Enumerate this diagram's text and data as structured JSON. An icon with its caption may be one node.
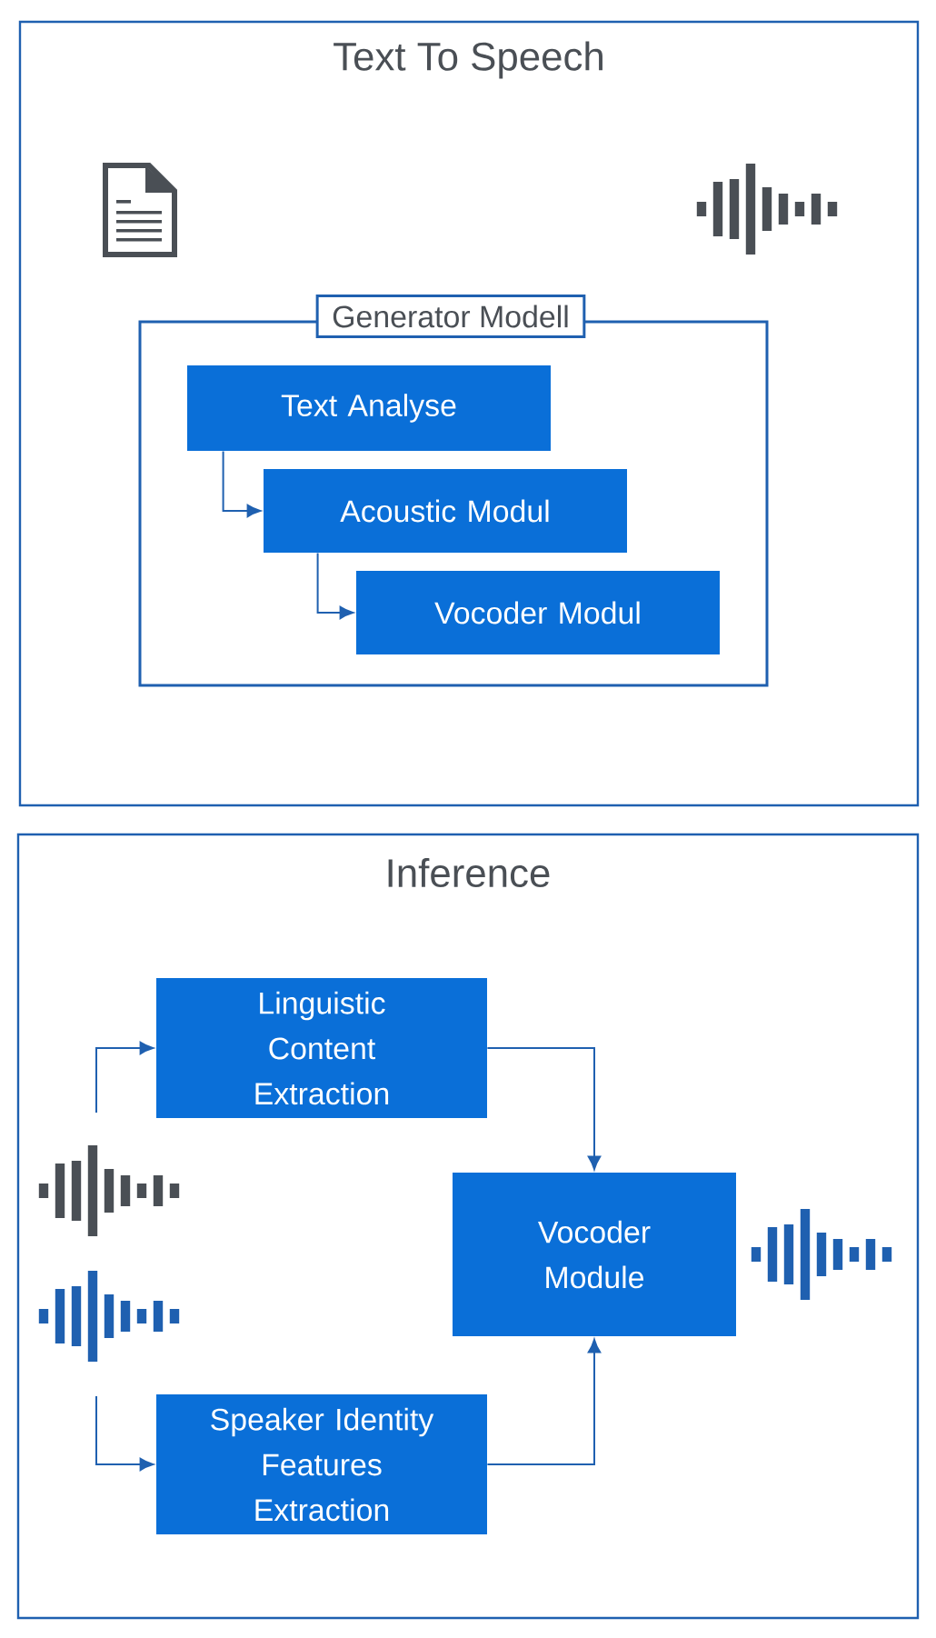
{
  "diagram": {
    "nodes": [
      {
        "text": [
          "Text To Speech"
        ]
      },
      {
        "text": [
          "Generator Modell"
        ],
        "in": 0
      },
      {
        "text": [
          "Text Analyse"
        ],
        "in": 1
      },
      {
        "text": [
          "Acoustic Modul"
        ],
        "in": 1
      },
      {
        "text": [
          "Vocoder Modul"
        ],
        "in": 1
      },
      {
        "text": [
          "Inference"
        ]
      },
      {
        "text": [
          "Linguistic Content Extraction"
        ],
        "in": 5
      },
      {
        "text": [
          "Vocoder Module"
        ],
        "in": 5
      },
      {
        "text": [
          "Speaker Identity Features Extraction"
        ],
        "in": 5
      }
    ],
    "edges": [
      {
        "from": 2,
        "to": 3,
        "arrow": "to"
      },
      {
        "from": 3,
        "to": 4,
        "arrow": "to"
      },
      {
        "from": 6,
        "to": 7,
        "arrow": "to"
      },
      {
        "from": 8,
        "to": 7,
        "arrow": "to"
      },
      {
        "from": null,
        "to": 6,
        "arrow": "to"
      },
      {
        "from": null,
        "to": 8,
        "arrow": "to"
      }
    ]
  }
}
